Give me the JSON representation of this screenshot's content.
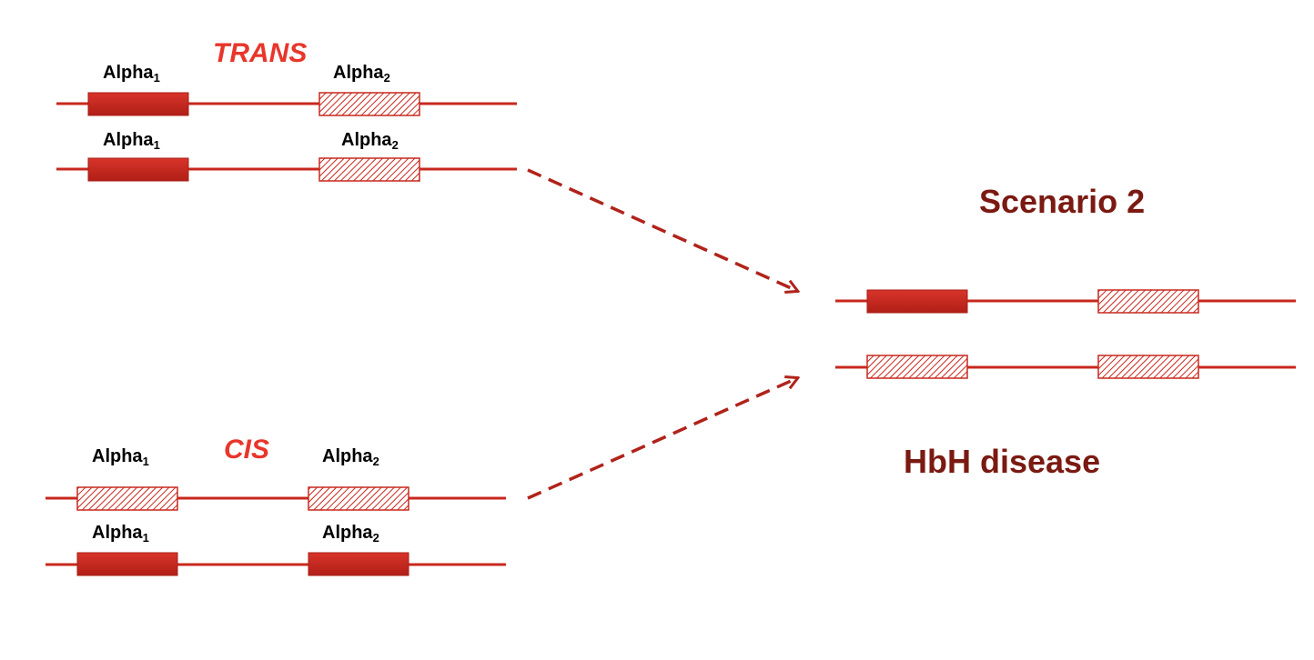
{
  "diagram": {
    "trans_label": "TRANS",
    "cis_label": "CIS",
    "gene_name": "Alpha",
    "subscript_1": "1",
    "subscript_2": "2",
    "scenario_title": "Scenario 2",
    "outcome_label": "HbH disease"
  },
  "colors": {
    "chromosome_line": "#c8281e",
    "active_gene_fill": "#c8281e",
    "deleted_gene_hatch": "#c8281e",
    "keyword_red": "#e8362b",
    "title_dark_red": "#7a1a12",
    "arrow_red": "#b0231a"
  }
}
